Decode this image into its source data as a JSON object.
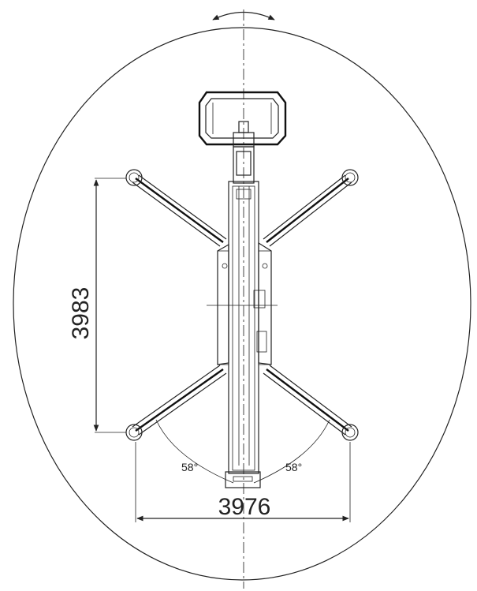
{
  "dimensions": {
    "outrigger_width": "3976",
    "outrigger_length": "3983",
    "angle_left": "58°",
    "angle_right": "58°"
  },
  "colors": {
    "line": "#222222",
    "background": "#ffffff"
  },
  "icons": {
    "rotation": "rotation-arrow-icon"
  }
}
